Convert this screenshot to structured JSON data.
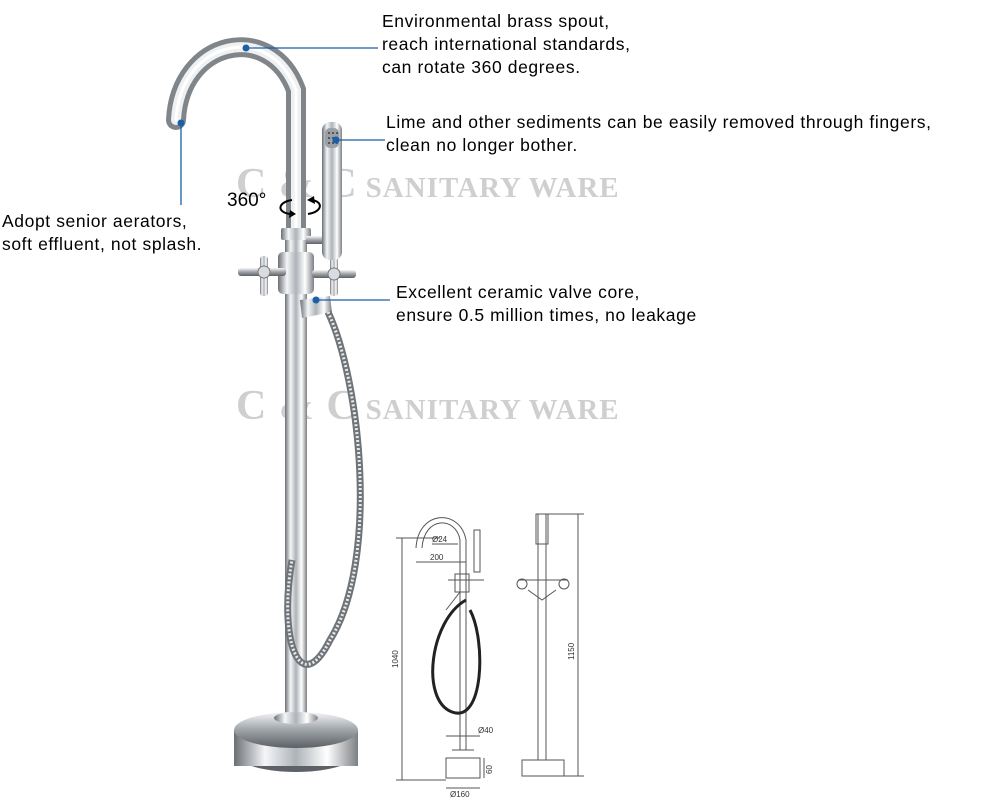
{
  "watermarks": [
    {
      "brand": "C & C",
      "label": "SANITARY WARE"
    },
    {
      "brand": "C & C",
      "label": "SANITARY WARE"
    }
  ],
  "callouts": {
    "spout": [
      "Environmental brass spout,",
      "reach international standards,",
      "can rotate 360 degrees."
    ],
    "handshower": [
      "Lime and other sediments can be easily removed through fingers,",
      "clean no longer bother."
    ],
    "aerator": [
      "Adopt senior aerators,",
      "soft effluent, not splash."
    ],
    "valve": [
      "Excellent ceramic valve core,",
      "ensure 0.5 million times, no leakage"
    ]
  },
  "rotation_label": "360°",
  "drawing_dimensions": {
    "spout_diameter": "Ø24",
    "spout_reach": "200",
    "height_to_spout": "1040",
    "total_height": "1150",
    "pipe_diameter": "Ø40",
    "base_diameter": "Ø160",
    "base_height": "60"
  },
  "colors": {
    "callout_line": "#1a5fa8",
    "watermark": "#cfcfcf",
    "drawing_line": "#555555"
  }
}
